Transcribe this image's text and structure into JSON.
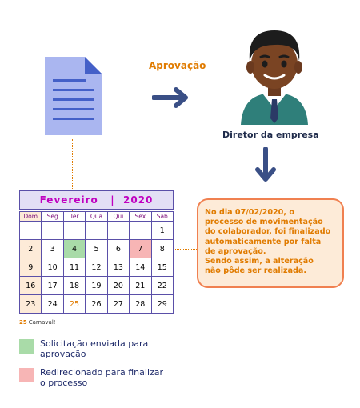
{
  "flow": {
    "approval_label": "Aprovação",
    "director_label": "Diretor da empresa"
  },
  "calendar": {
    "month": "Fevereiro",
    "year": "2020",
    "header": "Fevereiro   |  2020",
    "weekdays": [
      "Dom",
      "Seg",
      "Ter",
      "Qua",
      "Qui",
      "Sex",
      "Sab"
    ],
    "weeks": [
      [
        "",
        "",
        "",
        "",
        "",
        "",
        "1"
      ],
      [
        "2",
        "3",
        "4",
        "5",
        "6",
        "7",
        "8"
      ],
      [
        "9",
        "10",
        "11",
        "12",
        "13",
        "14",
        "15"
      ],
      [
        "16",
        "17",
        "18",
        "19",
        "20",
        "21",
        "22"
      ],
      [
        "23",
        "24",
        "25",
        "26",
        "27",
        "28",
        "29"
      ]
    ],
    "highlight_sent": "4",
    "highlight_redirect": "7",
    "holiday": "25",
    "holiday_note_number": "25",
    "holiday_note_text": "Carnaval!"
  },
  "callout": {
    "lines": [
      "No dia 07/02/2020, o",
      "processo de movimentação",
      "do colaborador, foi finalizado",
      "automaticamente por falta",
      "de aprovação.",
      "Sendo assim, a alteração",
      "não pôde ser realizada."
    ]
  },
  "legend": [
    {
      "color": "#a9dba8",
      "lines": [
        "Solicitação enviada para",
        "aprovação"
      ]
    },
    {
      "color": "#f7b5b5",
      "lines": [
        "Redirecionado para finalizar",
        "o processo"
      ]
    }
  ],
  "colors": {
    "accent_orange": "#e07b00",
    "arrow": "#3a4f86",
    "calendar_border": "#5a4fa8",
    "calendar_title": "#c000c0",
    "callout_border": "#f08050",
    "callout_fill": "#fdebd8"
  },
  "icons": [
    "document-icon",
    "arrow-right-icon",
    "director-avatar-icon",
    "arrow-down-icon"
  ]
}
